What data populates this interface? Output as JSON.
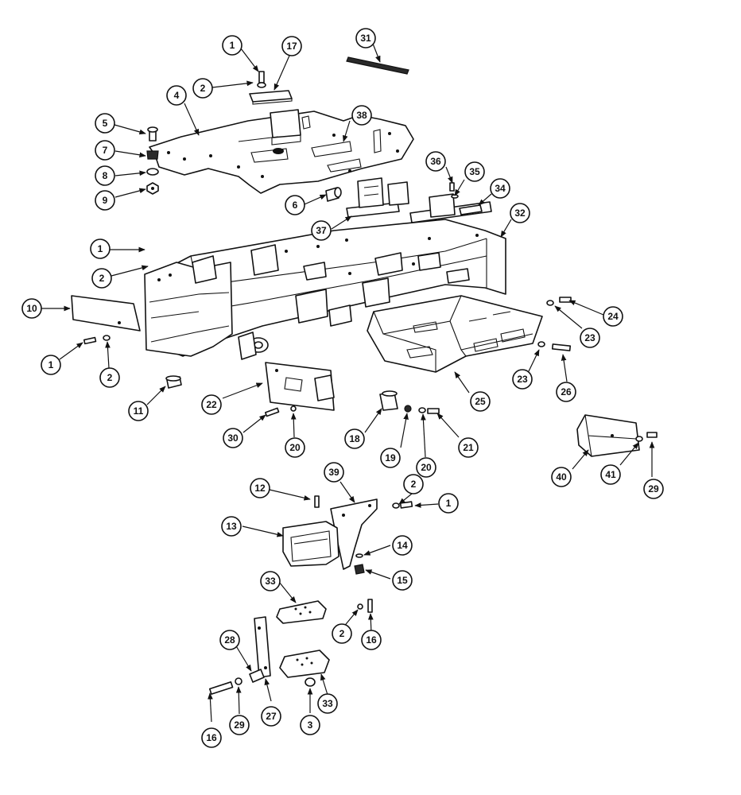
{
  "diagram": {
    "callouts": [
      {
        "id": "c1a",
        "label": "1"
      },
      {
        "id": "c17",
        "label": "17"
      },
      {
        "id": "c31",
        "label": "31"
      },
      {
        "id": "c2a",
        "label": "2"
      },
      {
        "id": "c4",
        "label": "4"
      },
      {
        "id": "c5",
        "label": "5"
      },
      {
        "id": "c38",
        "label": "38"
      },
      {
        "id": "c7",
        "label": "7"
      },
      {
        "id": "c8",
        "label": "8"
      },
      {
        "id": "c9",
        "label": "9"
      },
      {
        "id": "c36",
        "label": "36"
      },
      {
        "id": "c35",
        "label": "35"
      },
      {
        "id": "c34",
        "label": "34"
      },
      {
        "id": "c6",
        "label": "6"
      },
      {
        "id": "c32",
        "label": "32"
      },
      {
        "id": "c37",
        "label": "37"
      },
      {
        "id": "c1b",
        "label": "1"
      },
      {
        "id": "c2b",
        "label": "2"
      },
      {
        "id": "c10",
        "label": "10"
      },
      {
        "id": "c24",
        "label": "24"
      },
      {
        "id": "c23a",
        "label": "23"
      },
      {
        "id": "c1c",
        "label": "1"
      },
      {
        "id": "c2c",
        "label": "2"
      },
      {
        "id": "c23b",
        "label": "23"
      },
      {
        "id": "c26",
        "label": "26"
      },
      {
        "id": "c11",
        "label": "11"
      },
      {
        "id": "c22",
        "label": "22"
      },
      {
        "id": "c25",
        "label": "25"
      },
      {
        "id": "c30",
        "label": "30"
      },
      {
        "id": "c20a",
        "label": "20"
      },
      {
        "id": "c18",
        "label": "18"
      },
      {
        "id": "c19",
        "label": "19"
      },
      {
        "id": "c20b",
        "label": "20"
      },
      {
        "id": "c21",
        "label": "21"
      },
      {
        "id": "c40",
        "label": "40"
      },
      {
        "id": "c41",
        "label": "41"
      },
      {
        "id": "c29a",
        "label": "29"
      },
      {
        "id": "c39",
        "label": "39"
      },
      {
        "id": "c2d",
        "label": "2"
      },
      {
        "id": "c12",
        "label": "12"
      },
      {
        "id": "c1d",
        "label": "1"
      },
      {
        "id": "c13",
        "label": "13"
      },
      {
        "id": "c14",
        "label": "14"
      },
      {
        "id": "c15",
        "label": "15"
      },
      {
        "id": "c33a",
        "label": "33"
      },
      {
        "id": "c2e",
        "label": "2"
      },
      {
        "id": "c16a",
        "label": "16"
      },
      {
        "id": "c28",
        "label": "28"
      },
      {
        "id": "c33b",
        "label": "33"
      },
      {
        "id": "c16b",
        "label": "16"
      },
      {
        "id": "c29b",
        "label": "29"
      },
      {
        "id": "c27",
        "label": "27"
      },
      {
        "id": "c3",
        "label": "3"
      }
    ]
  }
}
